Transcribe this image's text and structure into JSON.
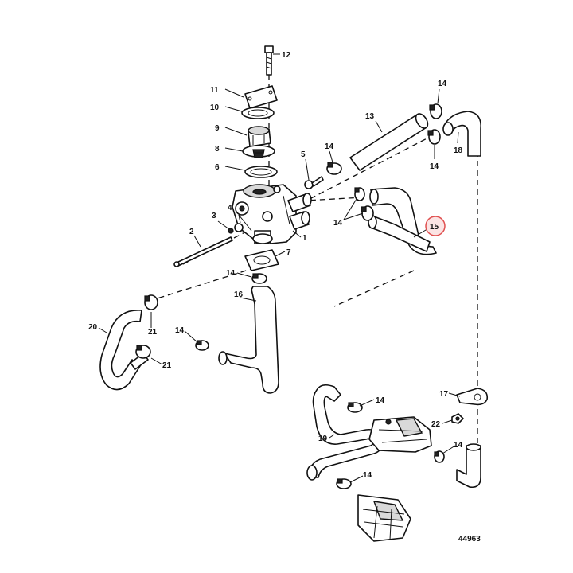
{
  "callouts": {
    "c1": "1",
    "c2": "2",
    "c3": "3",
    "c4": "4",
    "c5": "5",
    "c6": "6",
    "c7": "7",
    "c8": "8",
    "c9": "9",
    "c10": "10",
    "c11": "11",
    "c12": "12",
    "c13": "13",
    "c14a": "14",
    "c14b": "14",
    "c14c": "14",
    "c14d": "14",
    "c14e": "14",
    "c14f": "14",
    "c14g": "14",
    "c14h": "14",
    "c14i": "14",
    "c15": "15",
    "c16": "16",
    "c17": "17",
    "c18": "18",
    "c19": "19",
    "c20": "20",
    "c21a": "21",
    "c21b": "21",
    "c22": "22"
  },
  "diagram_number": "44963",
  "highlight_color": "#e05050"
}
